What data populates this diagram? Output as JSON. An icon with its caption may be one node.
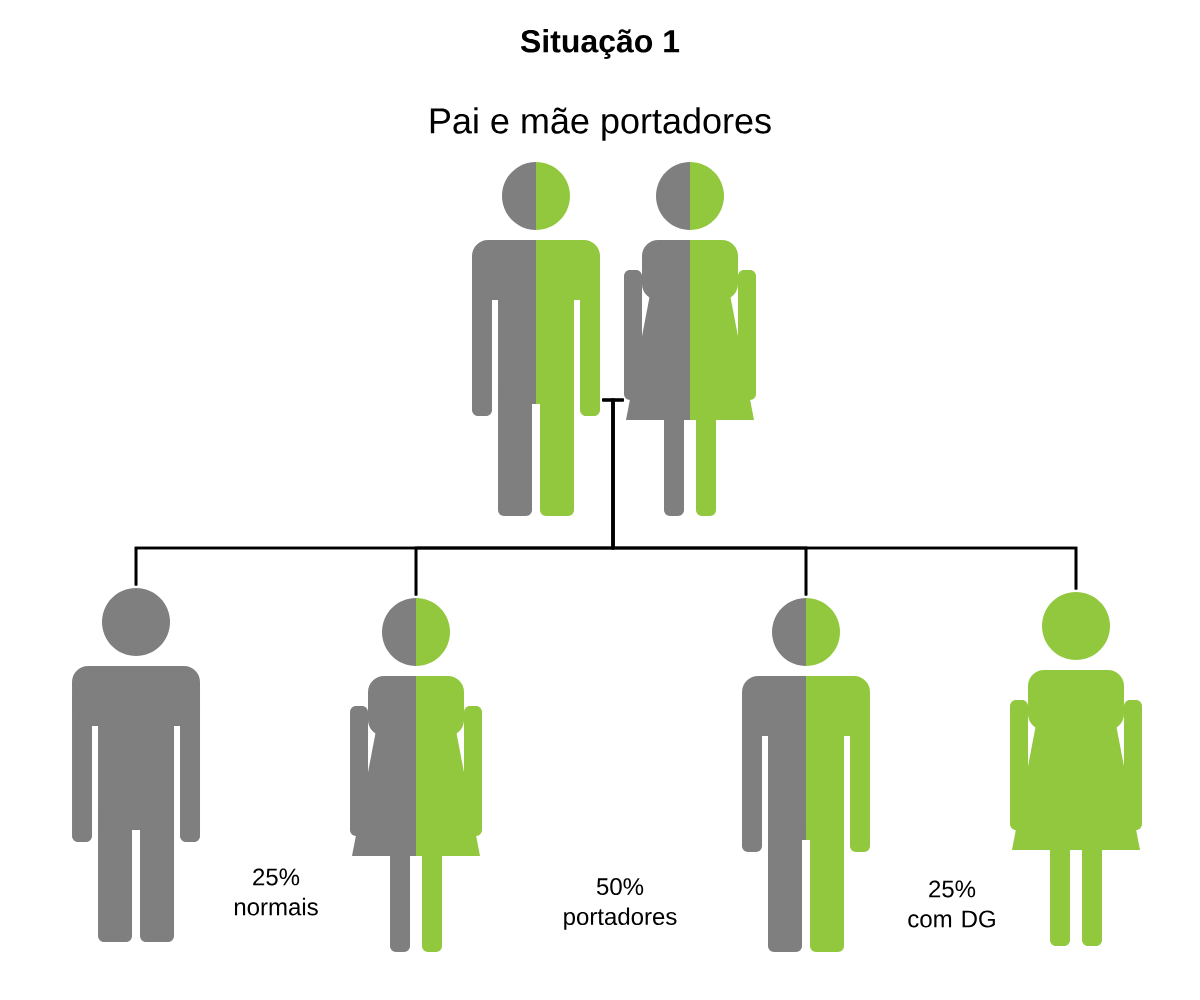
{
  "diagram": {
    "title": "Situação 1",
    "nodes": [
      {
        "text": [],
        "shape": "person"
      },
      {
        "text": [],
        "shape": "person"
      },
      {
        "text": [],
        "shape": "person"
      },
      {
        "text": [],
        "shape": "person"
      },
      {
        "text": [],
        "shape": "person"
      },
      {
        "text": [],
        "shape": "person"
      }
    ],
    "edges": [
      {
        "from": 0,
        "to": 1,
        "arrow": "none"
      },
      {
        "from": 0,
        "to": 2,
        "arrow": "none"
      },
      {
        "from": 1,
        "to": 2,
        "arrow": "none"
      },
      {
        "from": 0,
        "to": 3,
        "arrow": "none"
      },
      {
        "from": 1,
        "to": 3,
        "arrow": "none"
      },
      {
        "from": 0,
        "to": 4,
        "arrow": "none"
      },
      {
        "from": 1,
        "to": 4,
        "arrow": "none"
      },
      {
        "from": 0,
        "to": 5,
        "arrow": "none"
      },
      {
        "from": 1,
        "to": 5,
        "arrow": "none"
      }
    ],
    "labels": [
      "Pai e mãe portadores",
      "25% normais",
      "50% portadores",
      "25% com DG"
    ]
  }
}
